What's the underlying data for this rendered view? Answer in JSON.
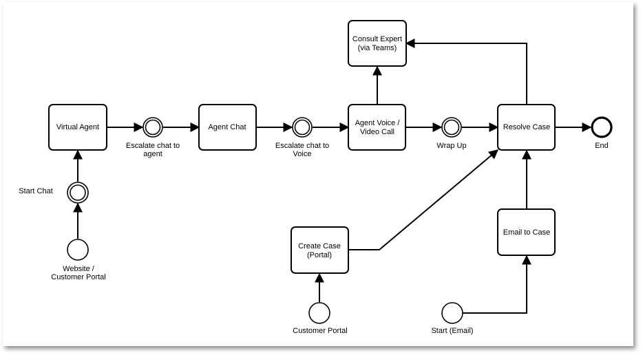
{
  "tasks": {
    "virtual_agent": "Virtual Agent",
    "agent_chat": "Agent Chat",
    "agent_voice_line1": "Agent Voice /",
    "agent_voice_line2": "Video Call",
    "consult_expert_line1": "Consult Expert",
    "consult_expert_line2": "(via Teams)",
    "resolve_case": "Resolve Case",
    "create_case_line1": "Create Case",
    "create_case_line2": "(Portal)",
    "email_to_case": "Email to Case"
  },
  "events": {
    "escalate_chat_agent_line1": "Escalate chat to",
    "escalate_chat_agent_line2": "agent",
    "escalate_chat_voice_line1": "Escalate chat to",
    "escalate_chat_voice_line2": "Voice",
    "wrap_up": "Wrap Up",
    "end": "End",
    "start_chat": "Start Chat",
    "website_line1": "Website /",
    "website_line2": "Customer Portal",
    "customer_portal": "Customer Portal",
    "start_email": "Start (Email)"
  }
}
